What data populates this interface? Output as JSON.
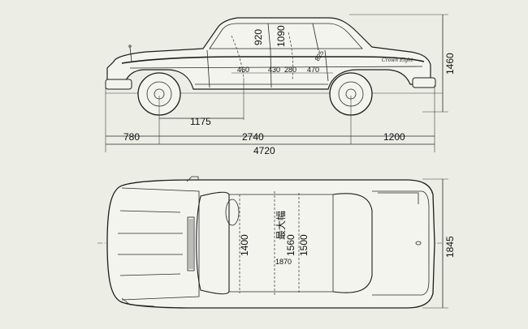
{
  "side_view": {
    "headroom_rear": "920",
    "headroom_front": "1090",
    "seat_dim_1": "460",
    "seat_dim_2": "430",
    "seat_dim_3": "280",
    "seat_dim_4": "470",
    "angle_dim": "825",
    "badge": "Crown Eight",
    "height": "1460",
    "front_overhang": "1175",
    "overhang_front": "780",
    "wheelbase": "2740",
    "overhang_rear": "1200",
    "overall_length": "4720"
  },
  "top_view": {
    "max_width_label": "最大幅",
    "interior_width_1": "1400",
    "interior_width_2": "1560",
    "interior_width_3": "1500",
    "max_width_value": "1870",
    "overall_width": "1845"
  }
}
